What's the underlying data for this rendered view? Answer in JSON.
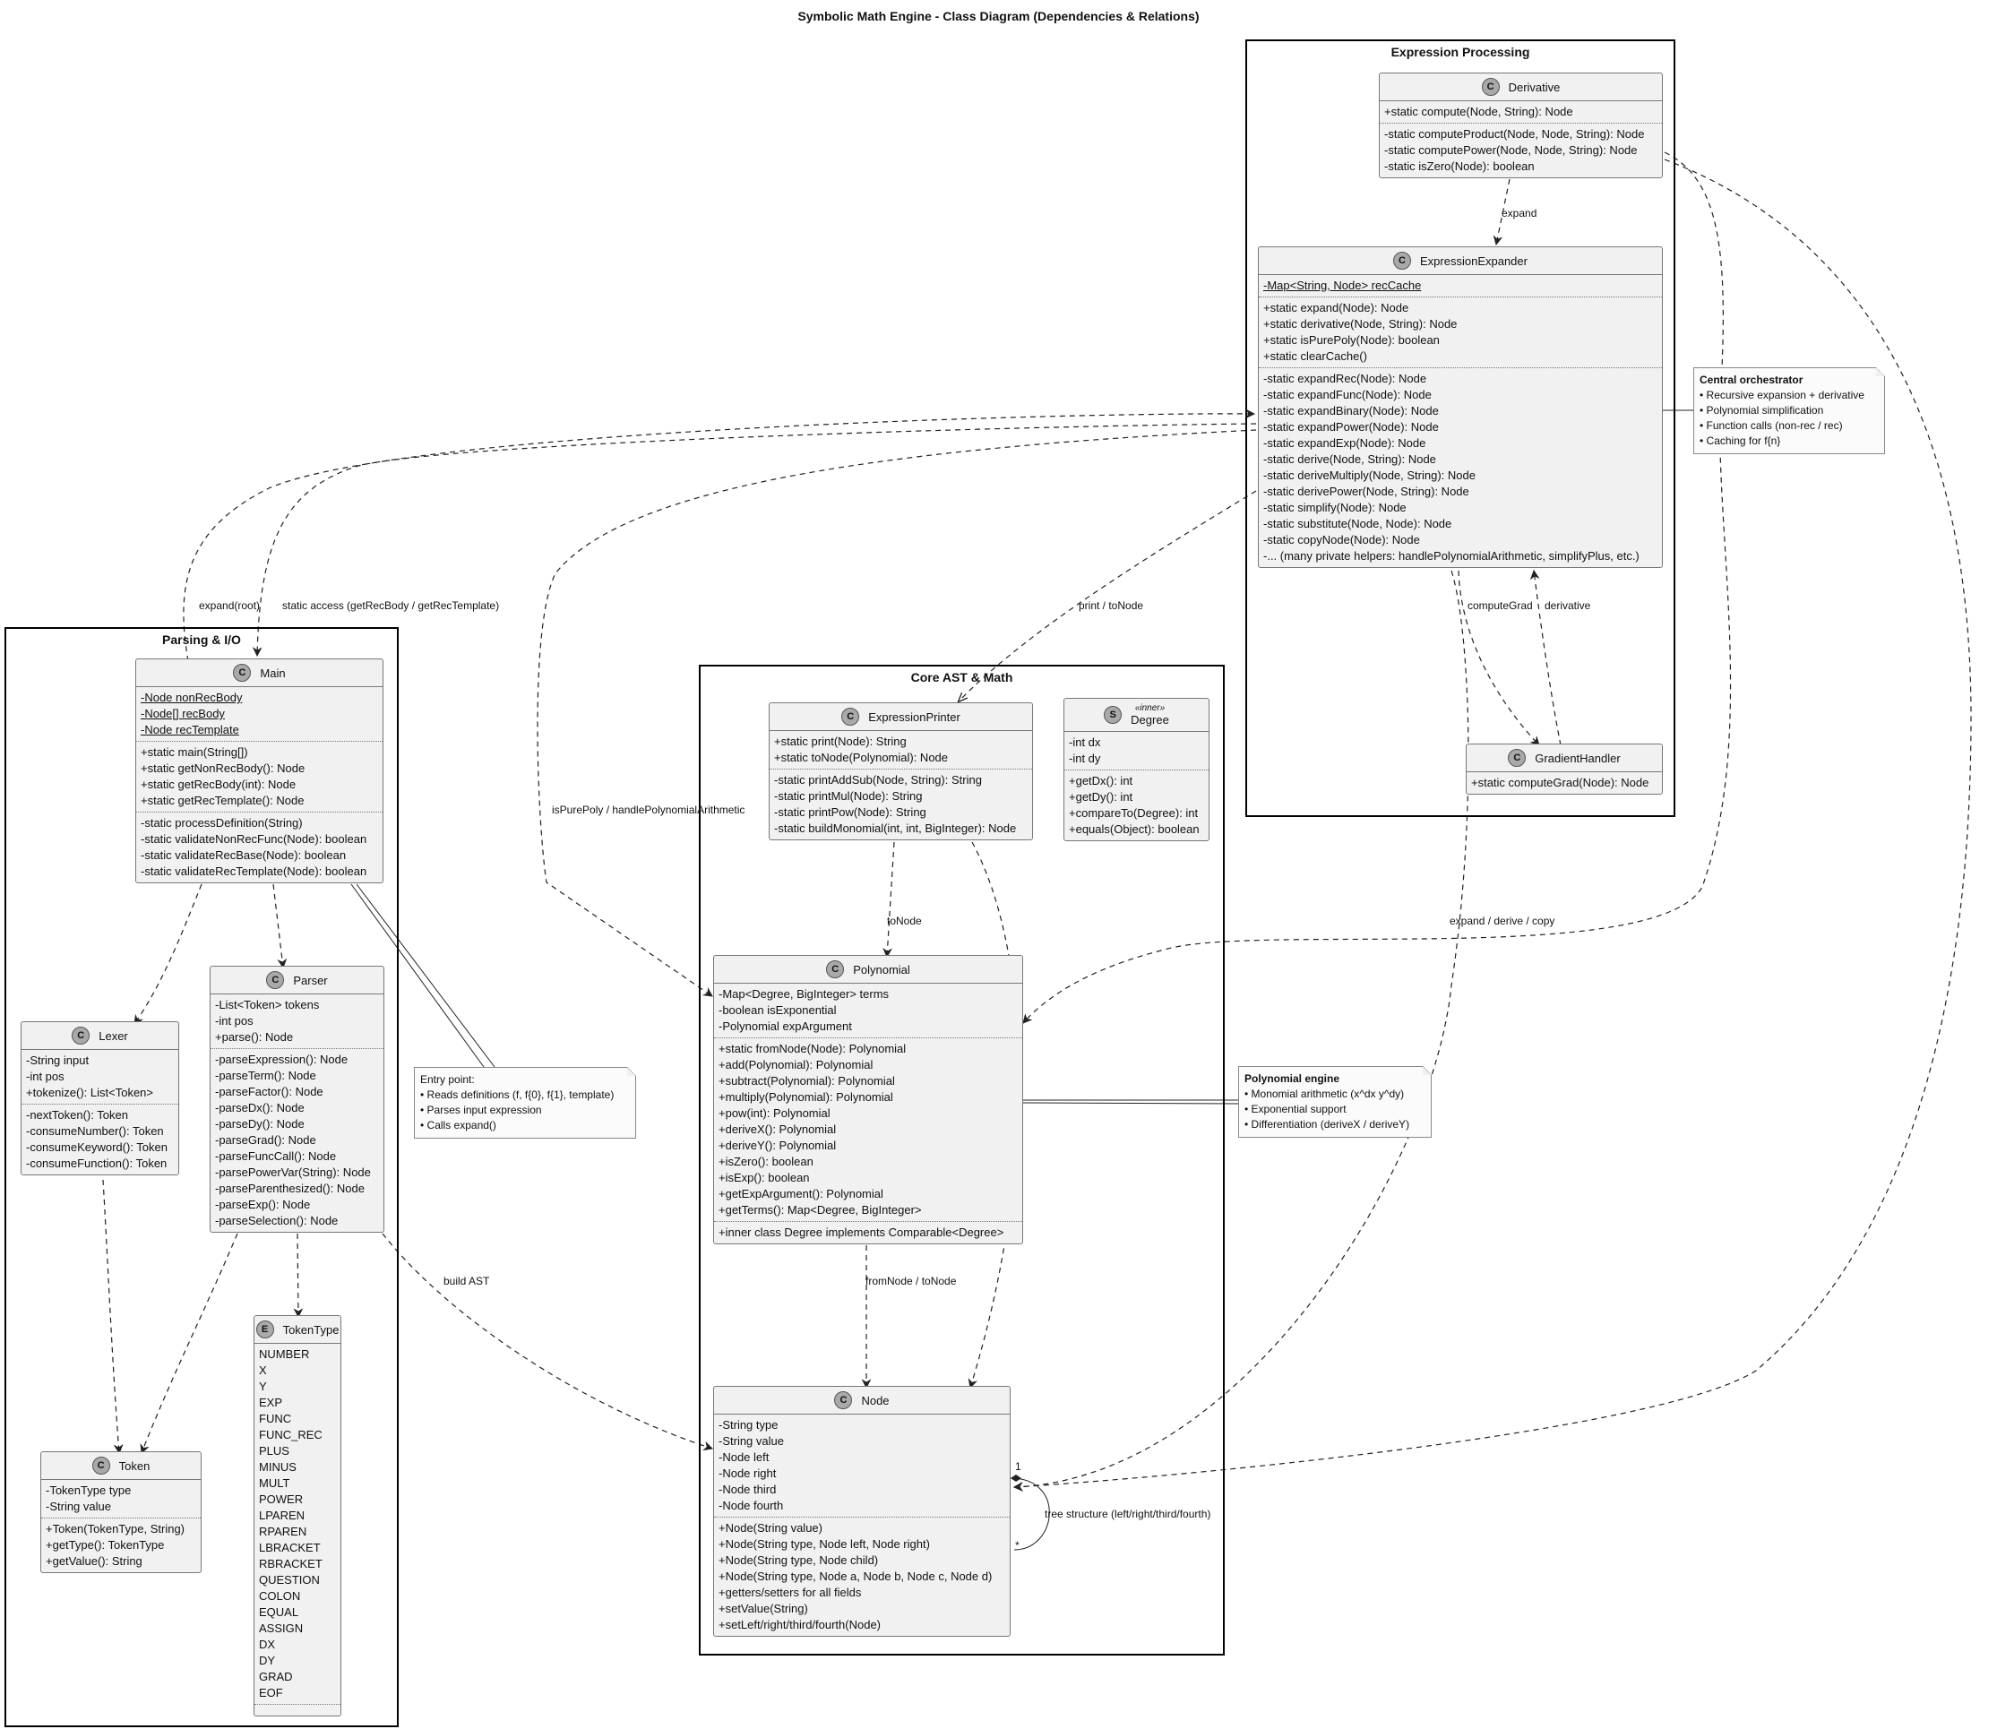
{
  "title": "Symbolic Math Engine - Class Diagram (Dependencies & Relations)",
  "packages": {
    "expression_processing": "Expression Processing",
    "parsing_io": "Parsing & I/O",
    "core_ast": "Core AST & Math"
  },
  "classes": {
    "derivative": {
      "name": "Derivative",
      "badge": "C",
      "public": [
        "+static compute(Node, String): Node"
      ],
      "private": [
        "-static computeProduct(Node, Node, String): Node",
        "-static computePower(Node, Node, String): Node",
        "-static isZero(Node): boolean"
      ]
    },
    "expander": {
      "name": "ExpressionExpander",
      "badge": "C",
      "fields": [
        "-Map<String, Node> recCache"
      ],
      "public": [
        "+static expand(Node): Node",
        "+static derivative(Node, String): Node",
        "+static isPurePoly(Node): boolean",
        "+static clearCache()"
      ],
      "private": [
        "-static expandRec(Node): Node",
        "-static expandFunc(Node): Node",
        "-static expandBinary(Node): Node",
        "-static expandPower(Node): Node",
        "-static expandExp(Node): Node",
        "-static derive(Node, String): Node",
        "-static deriveMultiply(Node, String): Node",
        "-static derivePower(Node, String): Node",
        "-static simplify(Node): Node",
        "-static substitute(Node, Node): Node",
        "-static copyNode(Node): Node",
        "-... (many private helpers: handlePolynomialArithmetic, simplifyPlus, etc.)"
      ]
    },
    "gradient": {
      "name": "GradientHandler",
      "badge": "C",
      "public": [
        "+static computeGrad(Node): Node"
      ]
    },
    "main": {
      "name": "Main",
      "badge": "C",
      "fields": [
        "-Node nonRecBody",
        "-Node[] recBody",
        "-Node recTemplate"
      ],
      "public": [
        "+static main(String[])",
        "+static getNonRecBody(): Node",
        "+static getRecBody(int): Node",
        "+static getRecTemplate(): Node"
      ],
      "private": [
        "-static processDefinition(String)",
        "-static validateNonRecFunc(Node): boolean",
        "-static validateRecBase(Node): boolean",
        "-static validateRecTemplate(Node): boolean"
      ]
    },
    "lexer": {
      "name": "Lexer",
      "badge": "C",
      "fields": [
        "-String input",
        "-int pos",
        "+tokenize(): List<Token>"
      ],
      "private": [
        "-nextToken(): Token",
        "-consumeNumber(): Token",
        "-consumeKeyword(): Token",
        "-consumeFunction(): Token"
      ]
    },
    "parser": {
      "name": "Parser",
      "badge": "C",
      "fields": [
        "-List<Token> tokens",
        "-int pos",
        "+parse(): Node"
      ],
      "private": [
        "-parseExpression(): Node",
        "-parseTerm(): Node",
        "-parseFactor(): Node",
        "-parseDx(): Node",
        "-parseDy(): Node",
        "-parseGrad(): Node",
        "-parseFuncCall(): Node",
        "-parsePowerVar(String): Node",
        "-parseParenthesized(): Node",
        "-parseExp(): Node",
        "-parseSelection(): Node"
      ]
    },
    "token": {
      "name": "Token",
      "badge": "C",
      "fields": [
        "-TokenType type",
        "-String value"
      ],
      "public": [
        "+Token(TokenType, String)",
        "+getType(): TokenType",
        "+getValue(): String"
      ]
    },
    "tokentype": {
      "name": "TokenType",
      "badge": "E",
      "values": [
        "NUMBER",
        "X",
        "Y",
        "EXP",
        "FUNC",
        "FUNC_REC",
        "PLUS",
        "MINUS",
        "MULT",
        "POWER",
        "LPAREN",
        "RPAREN",
        "LBRACKET",
        "RBRACKET",
        "QUESTION",
        "COLON",
        "EQUAL",
        "ASSIGN",
        "DX",
        "DY",
        "GRAD",
        "EOF"
      ]
    },
    "printer": {
      "name": "ExpressionPrinter",
      "badge": "C",
      "public": [
        "+static print(Node): String",
        "+static toNode(Polynomial): Node"
      ],
      "private": [
        "-static printAddSub(Node, String): String",
        "-static printMul(Node): String",
        "-static printPow(Node): String",
        "-static buildMonomial(int, int, BigInteger): Node"
      ]
    },
    "degree": {
      "name": "Degree",
      "badge": "S",
      "stereotype": "«inner»",
      "fields": [
        "-int dx",
        "-int dy"
      ],
      "public": [
        "+getDx(): int",
        "+getDy(): int",
        "+compareTo(Degree): int",
        "+equals(Object): boolean"
      ]
    },
    "polynomial": {
      "name": "Polynomial",
      "badge": "C",
      "fields": [
        "-Map<Degree, BigInteger> terms",
        "-boolean isExponential",
        "-Polynomial expArgument"
      ],
      "public": [
        "+static fromNode(Node): Polynomial",
        "+add(Polynomial): Polynomial",
        "+subtract(Polynomial): Polynomial",
        "+multiply(Polynomial): Polynomial",
        "+pow(int): Polynomial",
        "+deriveX(): Polynomial",
        "+deriveY(): Polynomial",
        "+isZero(): boolean",
        "+isExp(): boolean",
        "+getExpArgument(): Polynomial",
        "+getTerms(): Map<Degree, BigInteger>"
      ],
      "inner": [
        "+inner class Degree implements Comparable<Degree>"
      ]
    },
    "node": {
      "name": "Node",
      "badge": "C",
      "fields": [
        "-String type",
        "-String value",
        "-Node left",
        "-Node right",
        "-Node third",
        "-Node fourth"
      ],
      "public": [
        "+Node(String value)",
        "+Node(String type, Node left, Node right)",
        "+Node(String type, Node child)",
        "+Node(String type, Node a, Node b, Node c, Node d)",
        "+getters/setters for all fields",
        "+setValue(String)",
        "+setLeft/right/third/fourth(Node)"
      ]
    }
  },
  "notes": {
    "orchestrator": {
      "title": "Central orchestrator",
      "lines": [
        "• Recursive expansion + derivative",
        "• Polynomial simplification",
        "• Function calls (non-rec / rec)",
        "• Caching for f{n}"
      ]
    },
    "entry": {
      "lines": [
        "Entry point:",
        "• Reads definitions (f, f{0}, f{1}, template)",
        "• Parses input expression",
        "• Calls expand()"
      ]
    },
    "poly_engine": {
      "title": "Polynomial engine",
      "lines": [
        "• Monomial arithmetic (x^dx y^dy)",
        "• Exponential support",
        "• Differentiation (deriveX / deriveY)"
      ]
    }
  },
  "relations": {
    "expand": "expand",
    "expand_root": "expand(root)",
    "static_access": "static access (getRecBody / getRecTemplate)",
    "print_tonode": "print / toNode",
    "ispurepoly": "isPurePoly / handlePolynomialArithmetic",
    "computegrad": "computeGrad",
    "derivative": "derivative",
    "tonode": "toNode",
    "expand_derive_copy": "expand / derive / copy",
    "build_ast": "build AST",
    "fromnode_tonode": "fromNode / toNode",
    "tree_structure": "tree structure (left/right/third/fourth)",
    "mult_one": "1",
    "mult_many": "*"
  }
}
